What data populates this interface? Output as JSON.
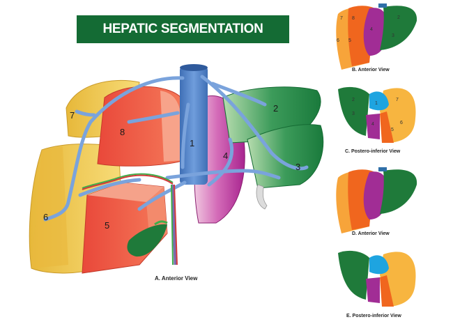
{
  "title": "HEPATIC SEGMENTATION",
  "main_view": {
    "caption": "A. Anterior View",
    "segment_labels": [
      "1",
      "2",
      "3",
      "4",
      "5",
      "6",
      "7",
      "8"
    ]
  },
  "thumbnails": [
    {
      "caption": "B. Anterior View",
      "segment_labels": [
        "7",
        "8",
        "6",
        "5",
        "4",
        "2",
        "3"
      ]
    },
    {
      "caption": "C. Postero-inferior View",
      "segment_labels": [
        "2",
        "3",
        "1",
        "7",
        "6",
        "4",
        "5"
      ]
    },
    {
      "caption": "D. Anterior View",
      "segment_labels": []
    },
    {
      "caption": "E. Postero-inferior View",
      "segment_labels": []
    }
  ],
  "colors": {
    "title_bg": "#146b34",
    "segment_yellow": "#f2c94c",
    "segment_red": "#ef5a3c",
    "segment_purple": "#b03a9a",
    "segment_green": "#1f8a45",
    "segment_light_green": "#a9d3a4",
    "vessel_blue": "#5d8fd0",
    "segment_orange": "#f7a43a",
    "segment_cyan": "#1ea4e0"
  }
}
